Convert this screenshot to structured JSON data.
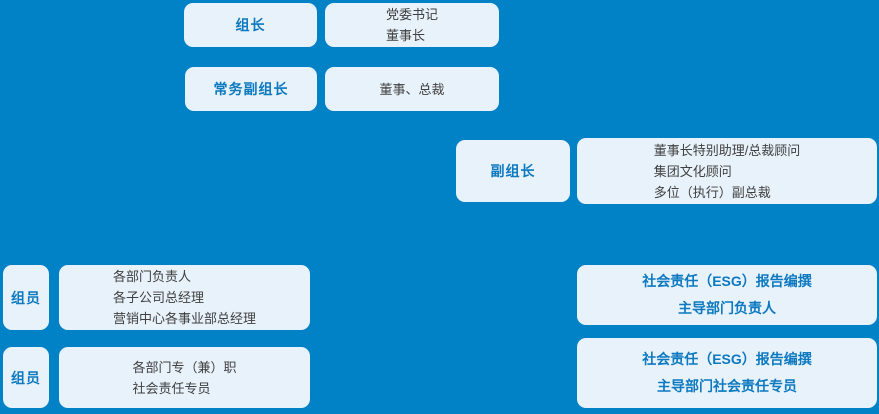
{
  "colors": {
    "background": "#0181c6",
    "box_fill": "#e8f2fa",
    "accent_text": "#0d79c0",
    "body_text": "#404040"
  },
  "org_chart": {
    "roles": {
      "leader": {
        "label": "组长"
      },
      "exec_deputy_leader": {
        "label": "常务副组长"
      },
      "deputy_leader": {
        "label": "副组长"
      },
      "member_1": {
        "label": "组员"
      },
      "member_2": {
        "label": "组员"
      }
    },
    "descriptions": {
      "leader": {
        "lines": [
          "党委书记",
          "董事长"
        ]
      },
      "exec_deputy_leader": {
        "lines": [
          "董事、总裁"
        ]
      },
      "deputy_leader": {
        "lines": [
          "董事长特别助理/总裁顾问",
          "集团文化顾问",
          "多位（执行）副总裁"
        ]
      },
      "member_1": {
        "lines": [
          "各部门负责人",
          "各子公司总经理",
          "营销中心各事业部总经理"
        ]
      },
      "member_2": {
        "lines": [
          "各部门专（兼）职",
          "社会责任专员"
        ]
      },
      "esg_lead_dept": {
        "lines": [
          "社会责任（ESG）报告编撰",
          "主导部门负责人"
        ]
      },
      "esg_specialist": {
        "lines": [
          "社会责任（ESG）报告编撰",
          "主导部门社会责任专员"
        ]
      }
    }
  }
}
